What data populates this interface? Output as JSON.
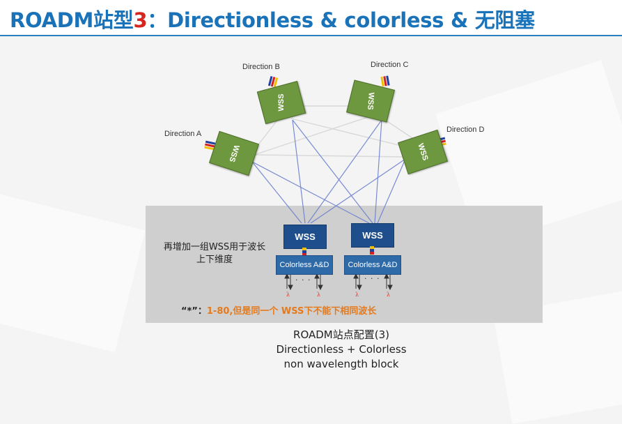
{
  "title": {
    "prefix": "ROADM站型",
    "number": "3",
    "suffix": "：Directionless & colorless & 无阻塞"
  },
  "directions": [
    {
      "label": "Direction A",
      "wss_label": "WSS"
    },
    {
      "label": "Direction B",
      "wss_label": "WSS"
    },
    {
      "label": "Direction C",
      "wss_label": "WSS"
    },
    {
      "label": "Direction D",
      "wss_label": "WSS"
    }
  ],
  "add_drop_groups": [
    {
      "wss_label": "WSS",
      "module_label": "Colorless A&D",
      "dots": "· · ·"
    },
    {
      "wss_label": "WSS",
      "module_label": "Colorless A&D",
      "dots": "· · ·"
    }
  ],
  "side_note": "再增加一组WSS用于波长上下维度",
  "note": {
    "quote": "“*”：",
    "text": "1-80,但是同一个 WSS下不能下相同波长"
  },
  "caption": {
    "line1": "ROADM站点配置(3)",
    "line2": "Directionless + Colorless",
    "line3": "non wavelength block"
  },
  "lambda_symbol": "λ",
  "colors": {
    "title_blue": "#1a72b8",
    "title_red": "#d7261e",
    "direction_wss": "#6e9840",
    "ad_wss": "#1e4e8c",
    "colorless_module": "#2e6aa8",
    "note_orange": "#e57a1c",
    "mesh_line": "#6a7fd0",
    "panel": "#cfcfcf"
  }
}
